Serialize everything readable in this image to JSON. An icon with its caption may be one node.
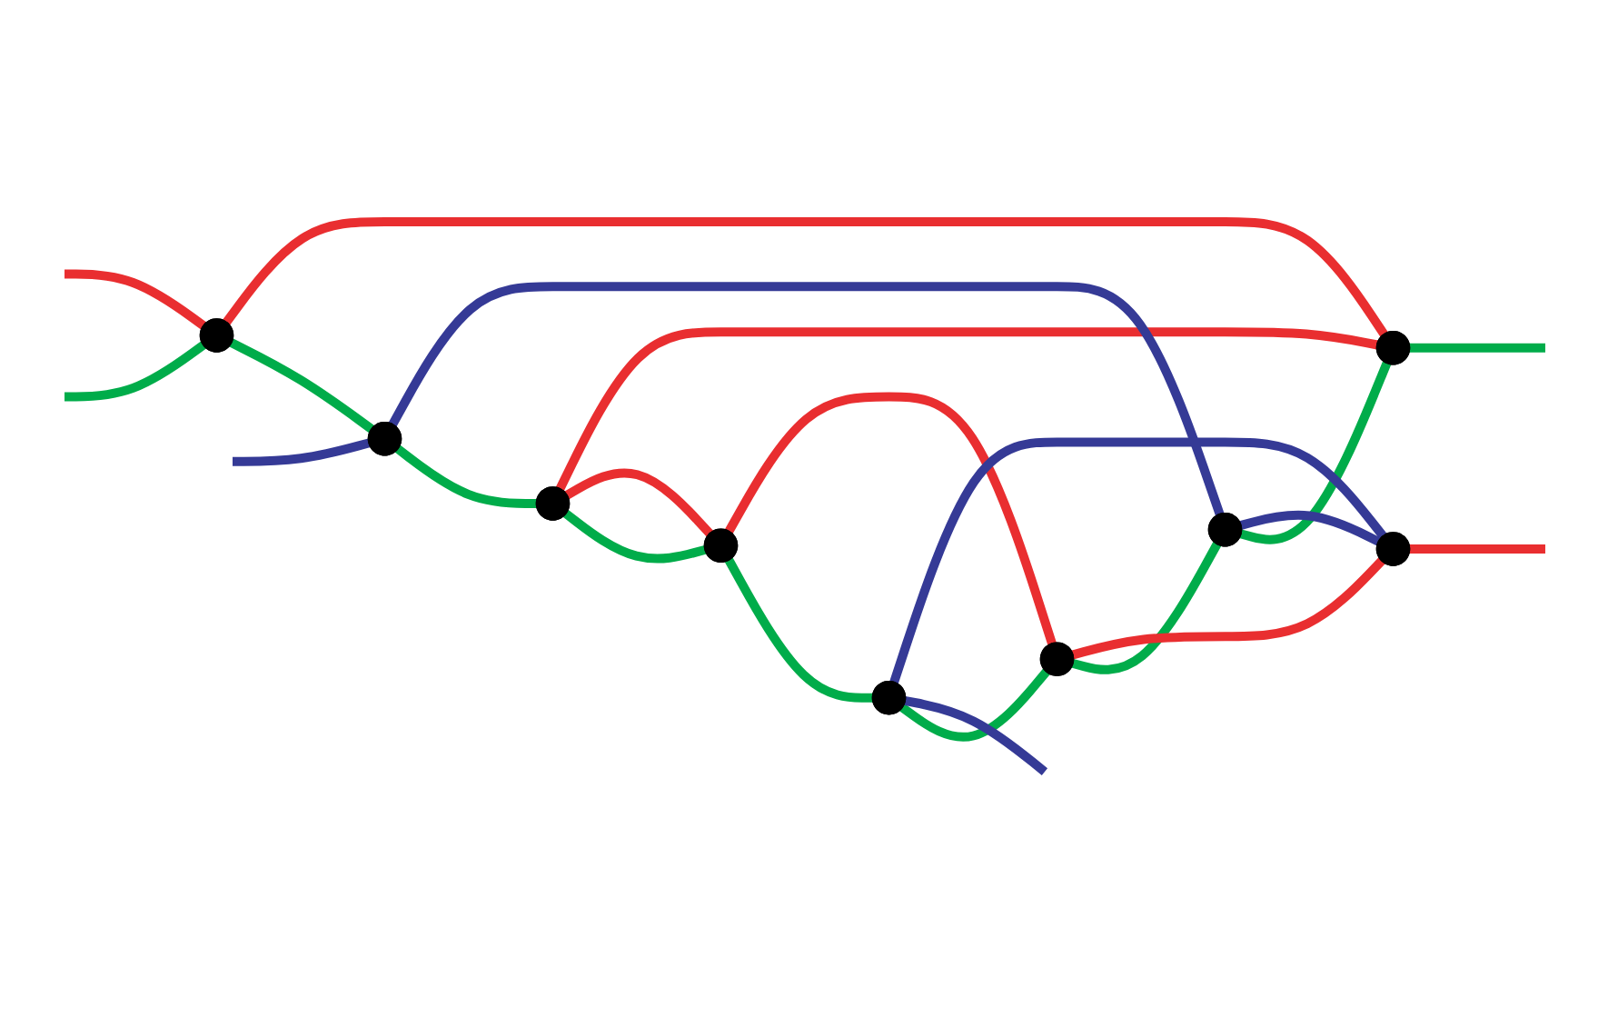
{
  "diagram": {
    "nodes": [
      {
        "text": [],
        "shape": "circle"
      },
      {
        "text": [],
        "shape": "circle"
      },
      {
        "text": [],
        "shape": "circle"
      },
      {
        "text": [],
        "shape": "circle"
      },
      {
        "text": [],
        "shape": "circle"
      },
      {
        "text": [],
        "shape": "circle"
      },
      {
        "text": [],
        "shape": "circle"
      },
      {
        "text": [],
        "shape": "circle"
      },
      {
        "text": [],
        "shape": "circle"
      }
    ],
    "edges": [
      {
        "from": null,
        "to": 4,
        "arrow": "none",
        "color": "#00ac4a"
      },
      {
        "from": 4,
        "to": 2,
        "arrow": "none",
        "color": "#00ac4a"
      },
      {
        "from": 2,
        "to": 0,
        "arrow": "none",
        "color": "#00ac4a"
      },
      {
        "from": 0,
        "to": 1,
        "arrow": "none",
        "color": "#00ac4a"
      },
      {
        "from": 1,
        "to": 3,
        "arrow": "none",
        "color": "#00ac4a"
      },
      {
        "from": 3,
        "to": 5,
        "arrow": "none",
        "color": "#00ac4a"
      },
      {
        "from": 5,
        "to": 8,
        "arrow": "none",
        "color": "#00ac4a"
      },
      {
        "from": 8,
        "to": 7,
        "arrow": "none",
        "color": "#00ac4a"
      },
      {
        "from": 7,
        "to": null,
        "arrow": "none",
        "color": "#00ac4a"
      },
      {
        "from": null,
        "to": 4,
        "arrow": "none",
        "color": "#e92e30"
      },
      {
        "from": 4,
        "to": 7,
        "arrow": "none",
        "color": "#e92e30"
      },
      {
        "from": 7,
        "to": 0,
        "arrow": "none",
        "color": "#e92e30"
      },
      {
        "from": 0,
        "to": 1,
        "arrow": "none",
        "color": "#e92e30"
      },
      {
        "from": 1,
        "to": 5,
        "arrow": "none",
        "color": "#e92e30"
      },
      {
        "from": 5,
        "to": 6,
        "arrow": "none",
        "color": "#e92e30"
      },
      {
        "from": 6,
        "to": null,
        "arrow": "none",
        "color": "#e92e30"
      },
      {
        "from": null,
        "to": 2,
        "arrow": "none",
        "color": "#353a96"
      },
      {
        "from": 2,
        "to": 8,
        "arrow": "none",
        "color": "#353a96"
      },
      {
        "from": 8,
        "to": 6,
        "arrow": "none",
        "color": "#353a96"
      },
      {
        "from": 6,
        "to": 3,
        "arrow": "none",
        "color": "#353a96"
      },
      {
        "from": 3,
        "to": null,
        "arrow": "none",
        "color": "#353a96"
      }
    ]
  }
}
